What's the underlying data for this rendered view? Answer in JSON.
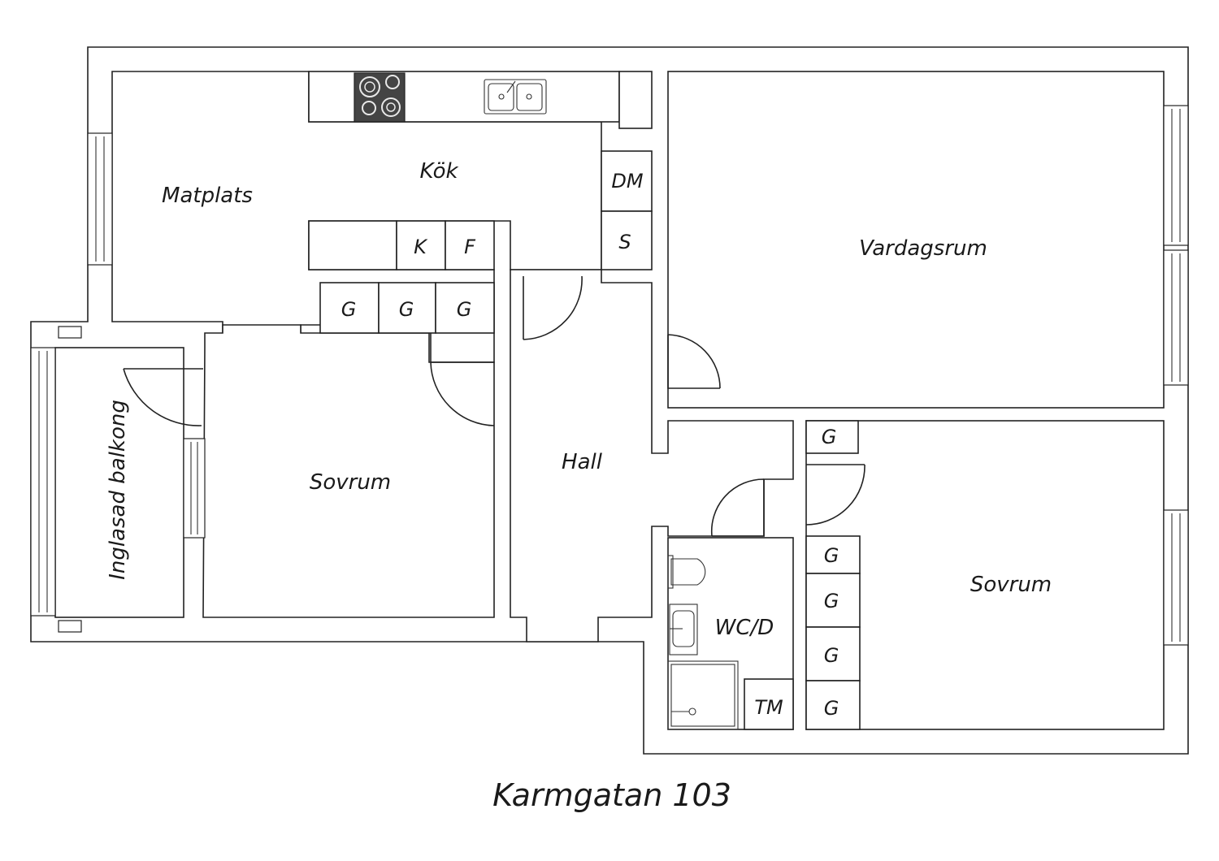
{
  "caption": "Karmgatan 103",
  "rooms": {
    "kitchen": "Kök",
    "dining": "Matplats",
    "living": "Vardagsrum",
    "hall": "Hall",
    "bedroom_left": "Sovrum",
    "bedroom_right": "Sovrum",
    "balcony": "Inglasad balkong",
    "bathroom": "WC/D"
  },
  "fixtures": {
    "dishwasher": "DM",
    "storage_s": "S",
    "fridge": "K",
    "freezer": "F",
    "wardrobe": "G",
    "tumble_dryer": "TM"
  }
}
